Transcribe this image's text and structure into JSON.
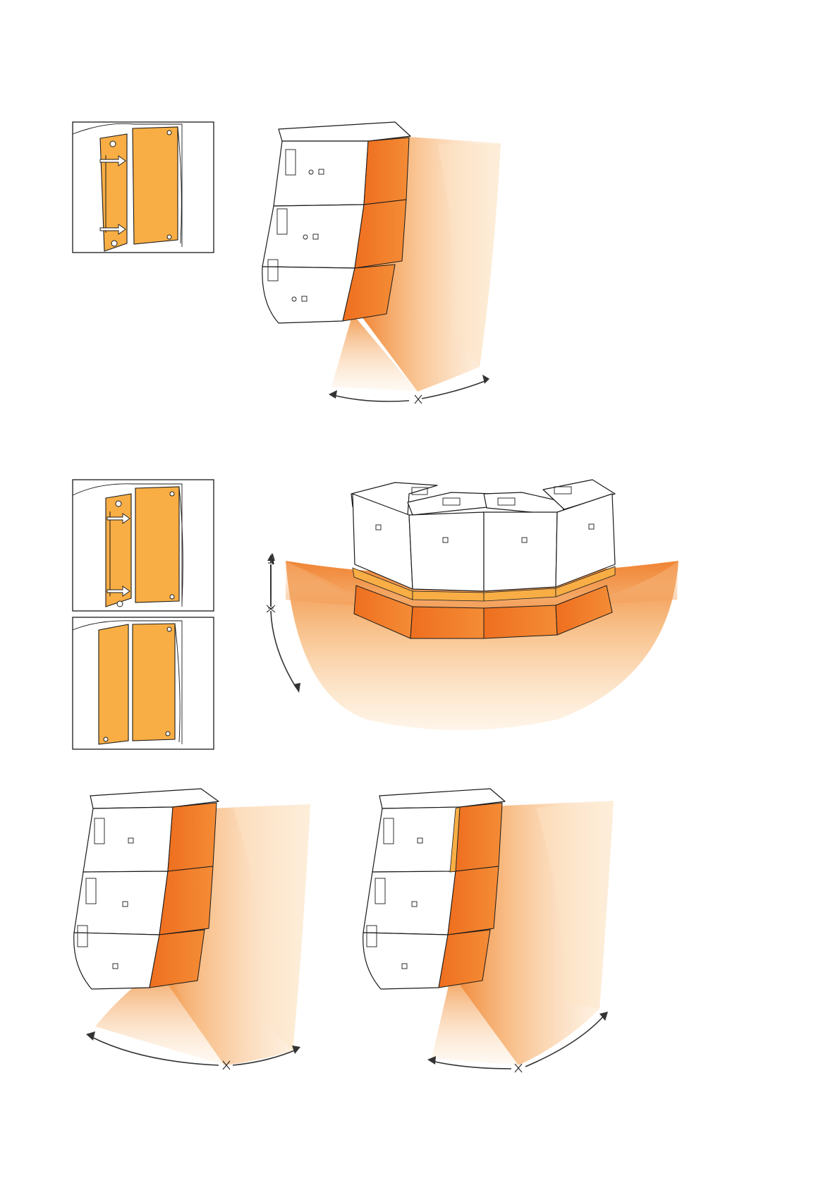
{
  "colors": {
    "flap_orange": "#f8ae45",
    "beam_dark": "#ef7d27",
    "beam_light": "#fde5c6",
    "outline": "#1a1a1a",
    "background": "#ffffff"
  },
  "figures": [
    {
      "id": "top-column",
      "icon": "asymmetric-vertical-dispersion",
      "cabinets": 3
    },
    {
      "id": "horizontal-array",
      "icon": "horizontal-array-dispersion",
      "cabinets": 4
    },
    {
      "id": "bottom-left-column",
      "icon": "wide-left-dispersion",
      "cabinets": 3
    },
    {
      "id": "bottom-right-column",
      "icon": "wide-right-dispersion",
      "cabinets": 3
    }
  ],
  "detail_insets": [
    {
      "id": "inset-1",
      "icon": "flap-folded-with-arrows"
    },
    {
      "id": "inset-2",
      "icon": "flap-folded-with-arrows"
    },
    {
      "id": "inset-3",
      "icon": "flaps-closed"
    }
  ]
}
